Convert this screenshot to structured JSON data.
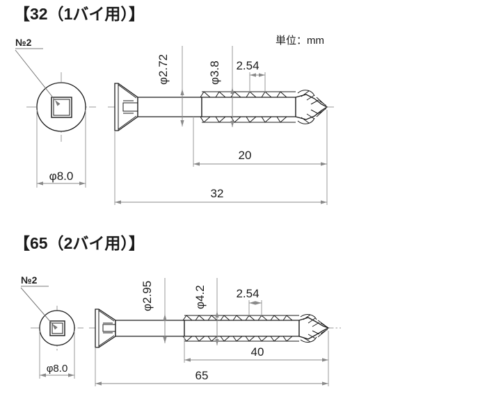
{
  "sheet": {
    "background_color": "#ffffff",
    "line_color": "#1a1a1a",
    "dimension_color": "#8a8a8a",
    "unit_note": "単位：mm"
  },
  "sections": [
    {
      "id": "screw-32",
      "title": "【32（1バイ用）】",
      "drive_label": "№2",
      "head_diameter_label": "φ8.0",
      "shank_diameter_label": "φ2.72",
      "thread_diameter_label": "φ3.8",
      "pitch_label": "2.54",
      "thread_length_label": "20",
      "overall_length_label": "32"
    },
    {
      "id": "screw-65",
      "title": "【65（2バイ用）】",
      "drive_label": "№2",
      "head_diameter_label": "φ8.0",
      "shank_diameter_label": "φ2.95",
      "thread_diameter_label": "φ4.2",
      "pitch_label": "2.54",
      "thread_length_label": "40",
      "overall_length_label": "65"
    }
  ]
}
